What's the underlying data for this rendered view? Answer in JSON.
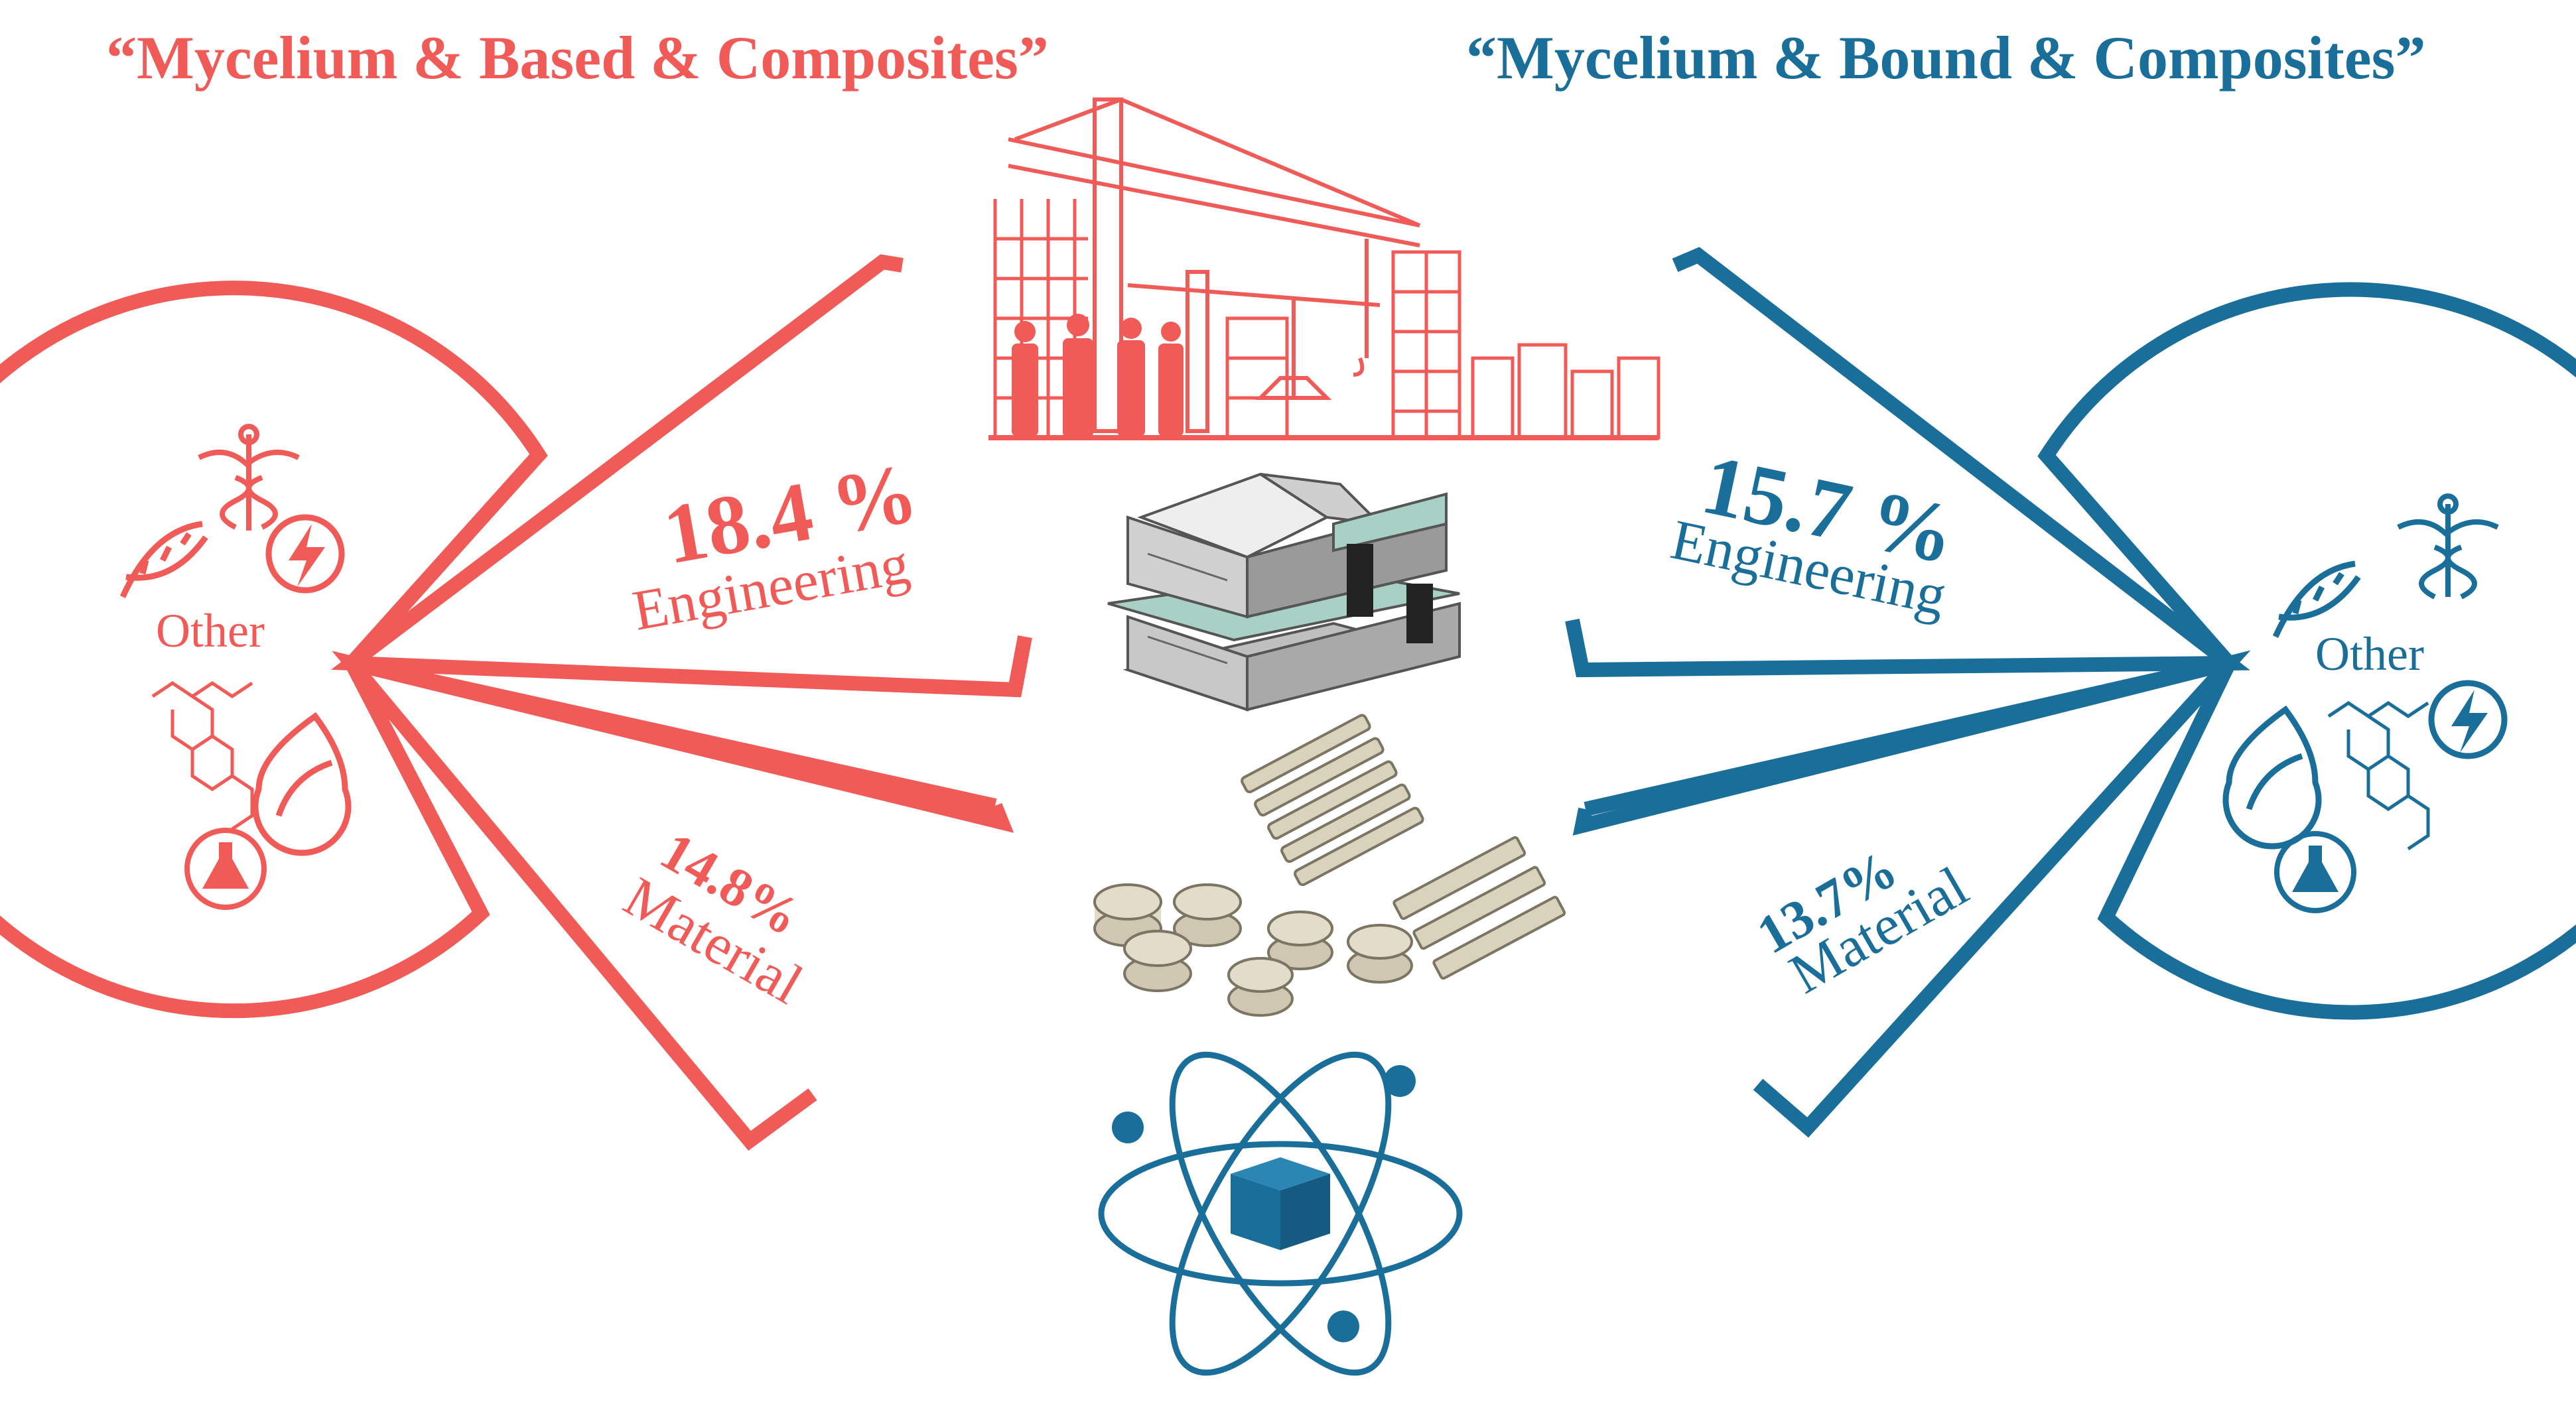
{
  "left": {
    "title": "“Mycelium & Based & Composites”",
    "engineering_pct": "18.4 %",
    "engineering_label": "Engineering",
    "material_pct": "14.8%",
    "material_label": "Material",
    "other_label": "Other",
    "color": "#f05a57"
  },
  "right": {
    "title": "“Mycelium & Bound & Composites”",
    "engineering_pct": "15.7 %",
    "engineering_label": "Engineering",
    "material_pct": "13.7%",
    "material_label": "Material",
    "other_label": "Other",
    "color": "#1a6e9a"
  },
  "icons": [
    "construction-cranes-icon",
    "house-model-icon",
    "composite-samples-icon",
    "atom-cube-icon",
    "dna-icon",
    "caduceus-icon",
    "lightning-icon",
    "leaf-drop-icon",
    "flask-icon",
    "chemical-structure-icon"
  ]
}
